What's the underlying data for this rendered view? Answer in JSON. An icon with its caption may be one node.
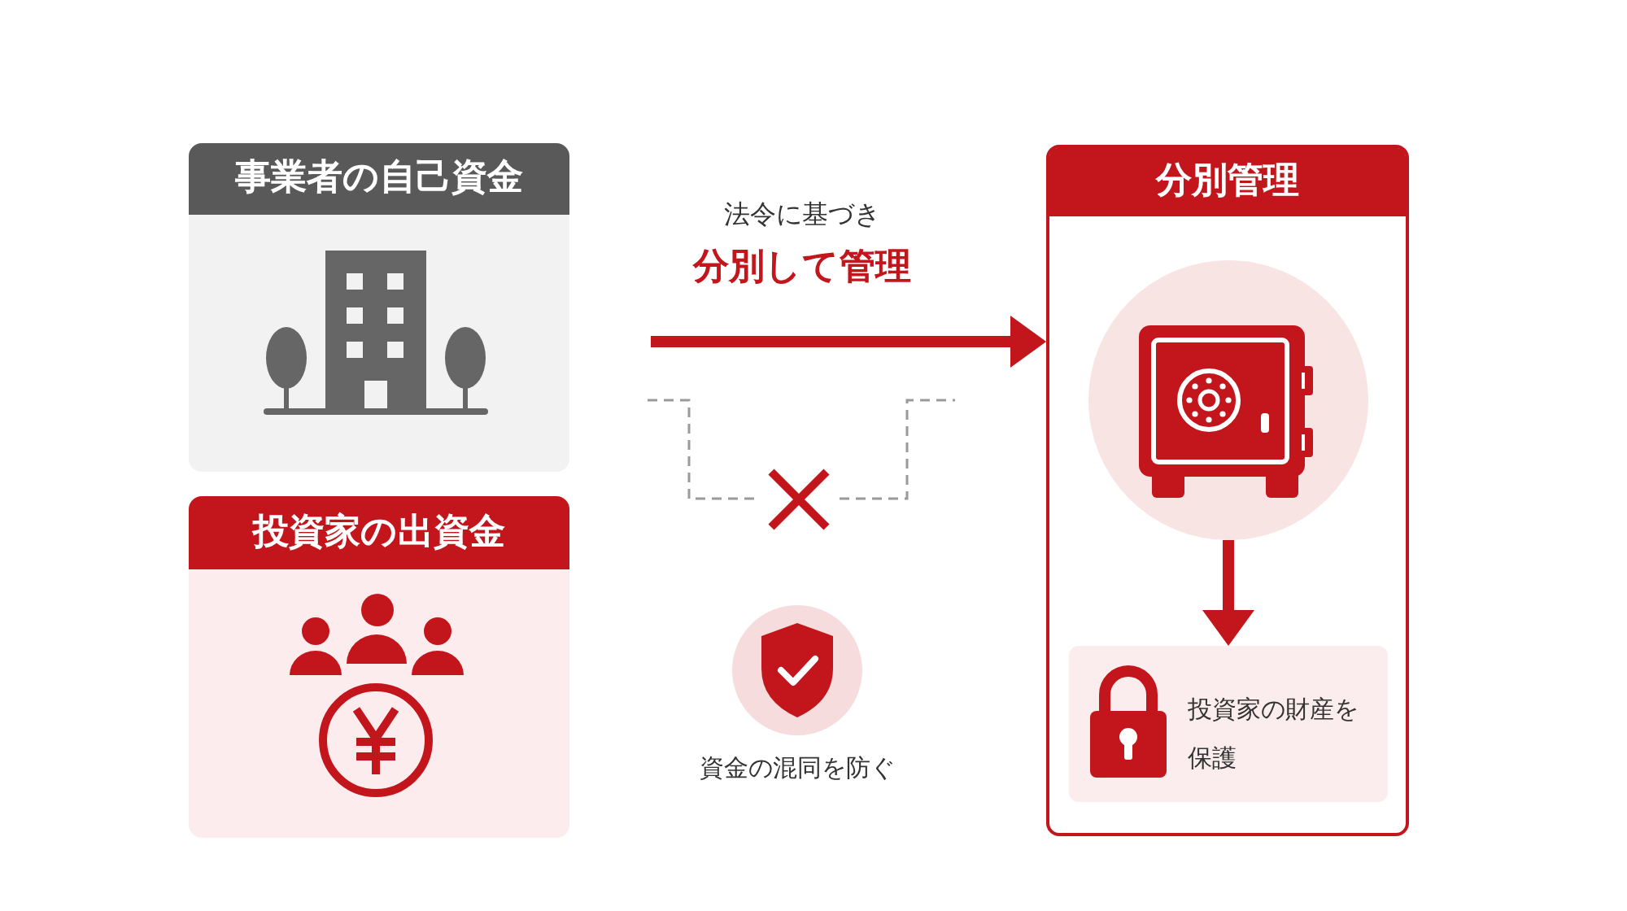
{
  "diagram": {
    "nodes": [
      {
        "text": [
          "事業者の自己資金"
        ]
      },
      {
        "text": [
          "投資家の出資金"
        ]
      },
      {
        "text": [
          "分別管理"
        ]
      },
      {
        "text": [],
        "shape": "picture",
        "in": 2
      },
      {
        "text": [
          "投資家の財産を保護"
        ],
        "in": 2
      }
    ],
    "edges": [
      {
        "from": null,
        "to": 2,
        "arrow": "to"
      },
      {
        "from": 3,
        "to": 4,
        "arrow": "to"
      }
    ],
    "labels": [
      "法令に基づき",
      "分別して管理",
      "資金の混同を防ぐ"
    ]
  }
}
